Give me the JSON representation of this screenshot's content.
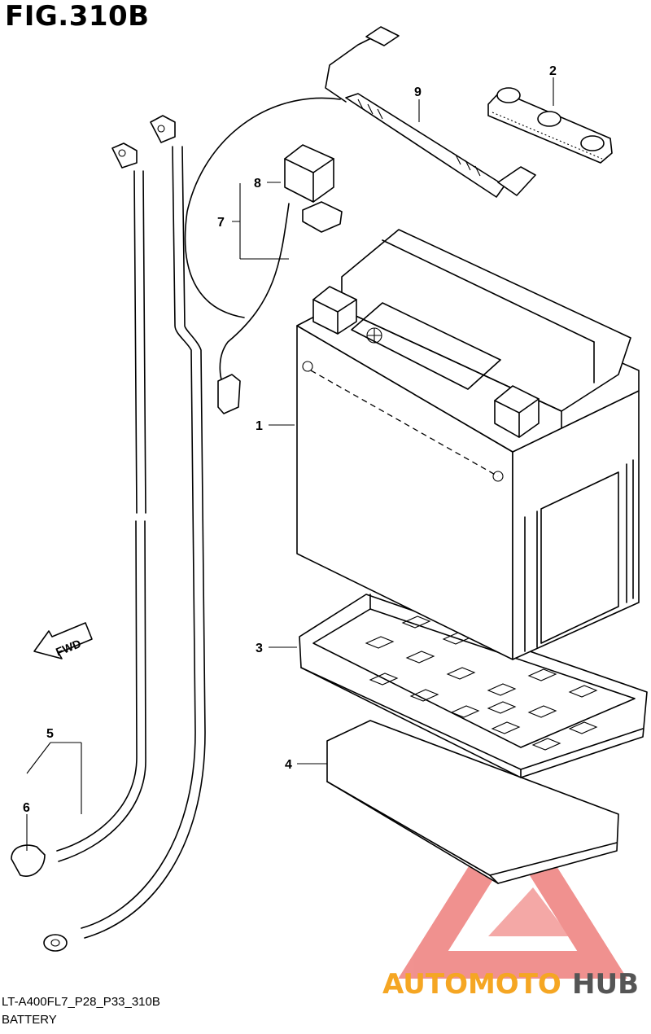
{
  "figure": {
    "title": "FIG.310B"
  },
  "callouts": [
    "1",
    "2",
    "3",
    "4",
    "5",
    "6",
    "7",
    "8",
    "9"
  ],
  "direction_marker": {
    "label": "FWD"
  },
  "footer": {
    "code": "LT-A400FL7_P28_P33_310B",
    "name": "BATTERY"
  },
  "watermark": {
    "text_part1": "AUTOMOTO",
    "text_part2": "HUB",
    "colors": {
      "triangle": "#e53935",
      "text_orange": "#f5a623",
      "text_gray": "#555555"
    }
  }
}
